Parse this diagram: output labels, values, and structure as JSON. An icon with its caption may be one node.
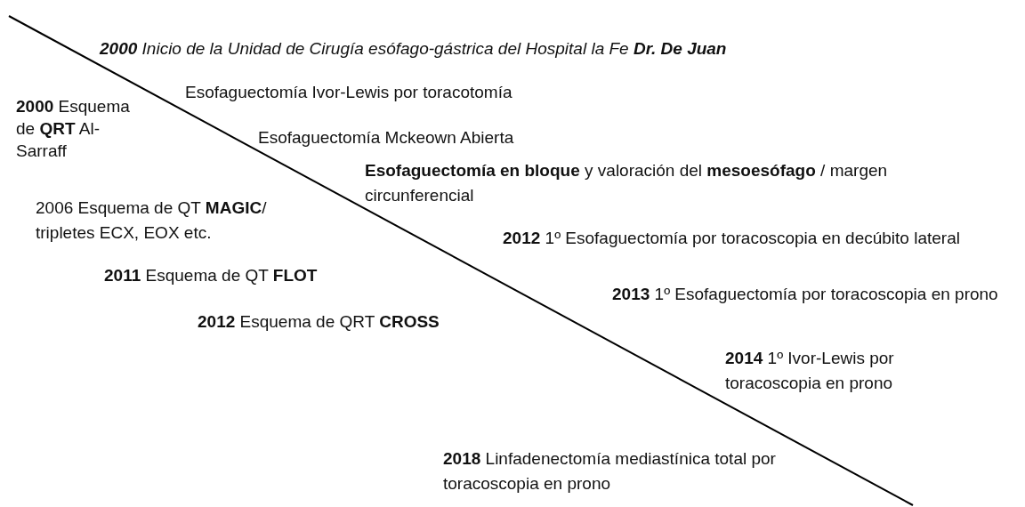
{
  "diagram": {
    "labels": [
      "**2000** Inicio de la Unidad de Cirugía esófago-gástrica del Hospital la Fe **Dr. De Juan**",
      "Esofaguectomía Ivor-Lewis por toracotomía",
      "**2000** Esquema de **QRT** Al-Sarraff",
      "Esofaguectomía Mckeown Abierta",
      "**Esofaguectomía en bloque** y valoración del **mesoesófago** / margen circunferencial",
      "2006 Esquema de QT **MAGIC**/ tripletes ECX, EOX etc.",
      "**2012** 1º Esofaguectomía por toracoscopia en decúbito lateral",
      "**2011** Esquema de QT **FLOT**",
      "**2013** 1º Esofaguectomía por toracoscopia en prono",
      "**2012** Esquema de QRT **CROSS**",
      "**2014** 1º Ivor-Lewis por toracoscopia en prono",
      "**2018** Linfadenectomía mediastínica total por toracoscopia en prono"
    ]
  }
}
